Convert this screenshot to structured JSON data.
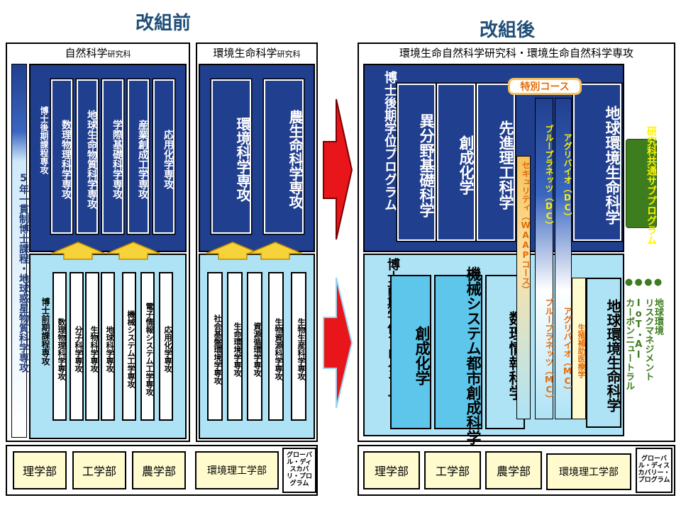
{
  "colors": {
    "dark_navy": "#213f8f",
    "light_blue": "#aee3f6",
    "cyan": "#5ec6ea",
    "yellow": "#fff200",
    "green": "#3e7d1e",
    "lime": "#9edb6b",
    "red": "#e8161b",
    "orange": "#e36c09"
  },
  "before": {
    "title": "改組前",
    "side_label": "5年一貫制博士課程・地球惑星物質科学専攻",
    "natural": {
      "header_main": "自然科学",
      "header_small": "研究科",
      "doctoral_label": "博士後期課程専攻",
      "doctoral": [
        "数理物理科学専攻",
        "地球生命物質科学専攻",
        "学際基礎科学専攻",
        "産業創成工学専攻",
        "応用化学専攻"
      ],
      "master_label": "博士前期課程専攻",
      "master": [
        "数理物理科学専攻",
        "分子科学専攻",
        "生物科学専攻",
        "地球科学専攻",
        "機械システム工学専攻",
        "電子情報システム工学専攻",
        "応用化学専攻"
      ]
    },
    "env": {
      "header_main": "環境生命科学",
      "header_small": "研究科",
      "doctoral": [
        "環境科学専攻",
        "農生命科学専攻"
      ],
      "master": [
        "社会基盤環境学専攻",
        "生命環境学専攻",
        "資源循環学専攻",
        "生物資源科学専攻",
        "生物生産科学専攻"
      ]
    },
    "faculties": [
      "理学部",
      "工学部",
      "農学部",
      "環境理工学部"
    ],
    "global_program": "グローバル・ディスカバリ・プログラム"
  },
  "after": {
    "title": "改組後",
    "header": "環境生命自然科学研究科・環境生命自然科学専攻",
    "doctoral_label": "博士後期学位プログラム",
    "doctoral": [
      "異分野基礎科学",
      "創成化学",
      "先進理工科学",
      "地球環境生命科学"
    ],
    "special_course": "特別コース",
    "bars": [
      "セキュリティ（WAAPコース）",
      "ブループラネッツ（DC）",
      "アグリバイオ（DC）",
      "ブループラネッツ（MC）",
      "アグリバイオ（MC）"
    ],
    "master_label": "博士前期学位プログラム",
    "master": [
      "創成化学",
      "機械システム都市創成科学",
      "数理情報科学",
      "地球環境生命科学"
    ],
    "reproductive_medicine": "生殖補助医療学",
    "sub_program": {
      "title": "研究科共通サブプログラム",
      "items": [
        "● 地球環境",
        "● リスクマネジメント",
        "● IoT・AI",
        "● カーボンニュートラル"
      ]
    },
    "faculties": [
      "理学部",
      "工学部",
      "農学部",
      "環境理工学部"
    ],
    "global_program": "グローバル・ディスカバリー・プログラム"
  }
}
